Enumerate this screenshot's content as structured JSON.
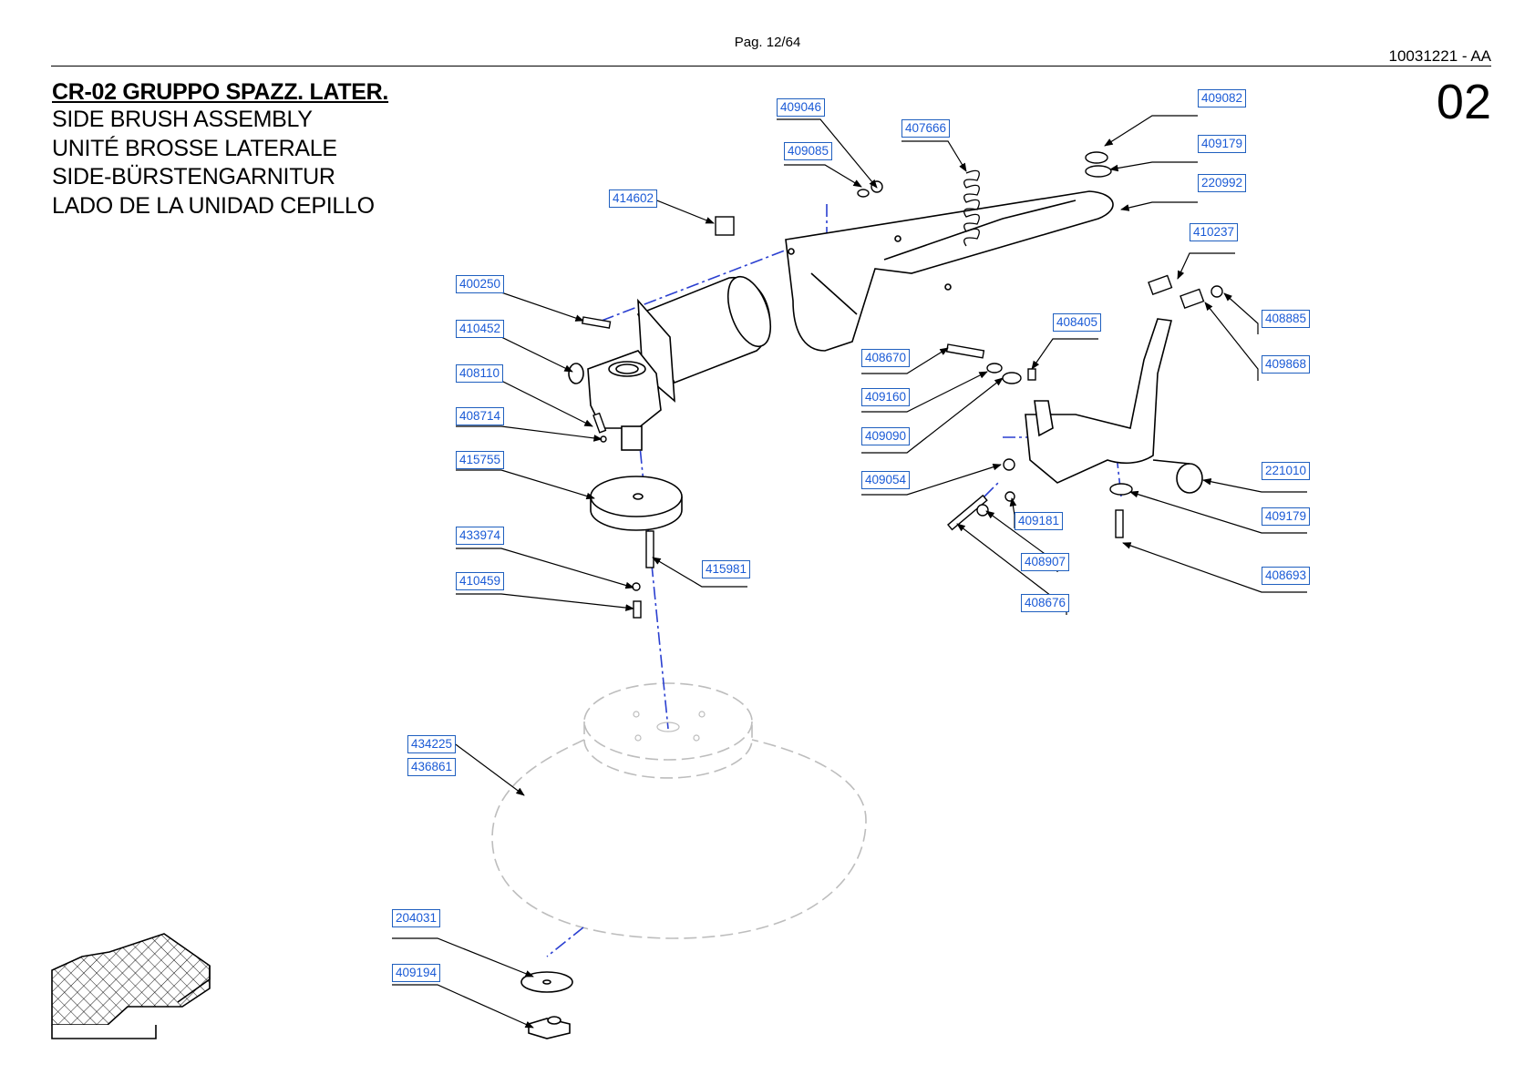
{
  "header": {
    "page": "Pag. 12/64",
    "doc_code": "10031221 - AA",
    "section": "02"
  },
  "title": {
    "main": "CR-02 GRUPPO SPAZZ. LATER.",
    "lines": [
      "SIDE BRUSH ASSEMBLY",
      "UNITÉ BROSSE LATERALE",
      "SIDE-BÜRSTENGARNITUR",
      "LADO DE LA UNIDAD CEPILLO"
    ]
  },
  "part_labels": [
    "409046",
    "409085",
    "407666",
    "414602",
    "400250",
    "410452",
    "408110",
    "408714",
    "415755",
    "433974",
    "410459",
    "415981",
    "434225",
    "436861",
    "204031",
    "409194",
    "409082",
    "409179",
    "220992",
    "410237",
    "408885",
    "409868",
    "408405",
    "408670",
    "409160",
    "409090",
    "409054",
    "409181",
    "408907",
    "408676",
    "221010",
    "409179",
    "408693"
  ],
  "colors": {
    "label_border": "#1f5fbf",
    "label_text": "#1a5ad6",
    "axis_line": "#2a3fd0",
    "brush_outline": "#bdbdbd"
  }
}
